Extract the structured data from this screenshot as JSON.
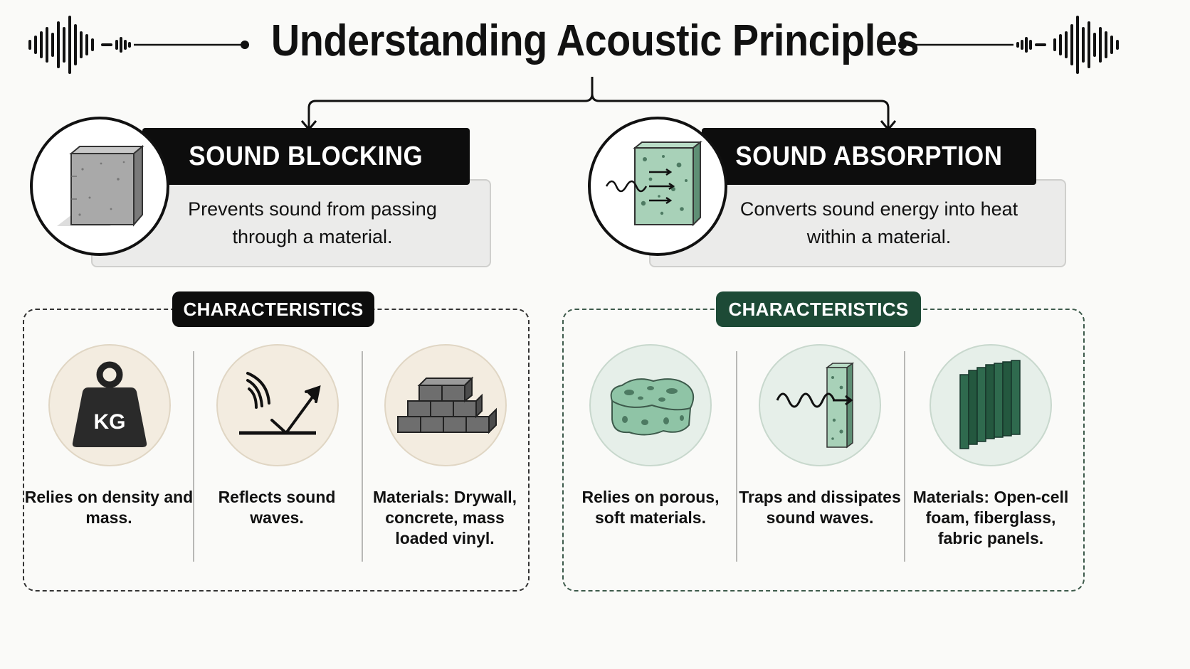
{
  "title": "Understanding Acoustic Principles",
  "colors": {
    "ink": "#0d0d0d",
    "green": "#1d4a36",
    "mint": "#8fc4a6",
    "beige": "#f3ece0"
  },
  "blocking": {
    "heading": "SOUND BLOCKING",
    "description": "Prevents sound from passing through a material.",
    "icon": "concrete-block-icon",
    "characteristics_label": "CHARACTERISTICS",
    "features": [
      {
        "icon": "weight-kg-icon",
        "icon_text": "KG",
        "text": "Relies on density and mass."
      },
      {
        "icon": "reflect-arrow-icon",
        "text": "Reflects sound waves."
      },
      {
        "icon": "brick-stack-icon",
        "text": "Materials: Drywall, concrete, mass loaded vinyl."
      }
    ]
  },
  "absorption": {
    "heading": "SOUND ABSORPTION",
    "description": "Converts sound energy into heat within a material.",
    "icon": "foam-panel-icon",
    "characteristics_label": "CHARACTERISTICS",
    "features": [
      {
        "icon": "sponge-icon",
        "text": "Relies on porous, soft materials."
      },
      {
        "icon": "wave-into-foam-icon",
        "text": "Traps and dissipates sound waves."
      },
      {
        "icon": "fabric-panel-icon",
        "text": "Materials: Open-cell foam, fiberglass, fabric panels."
      }
    ]
  }
}
